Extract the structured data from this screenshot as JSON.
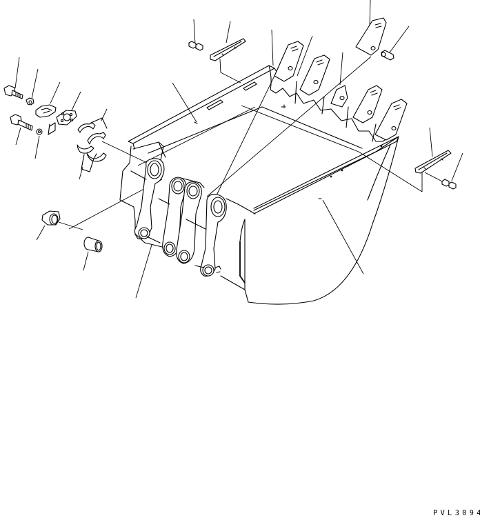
{
  "diagram": {
    "type": "exploded parts illustration",
    "subject": "excavator bucket assembly",
    "drawing_code": "PVL3094",
    "background": "#ffffff",
    "stroke_color": "#000000",
    "parts": [
      {
        "id": "bolt-upper",
        "label": "bolt"
      },
      {
        "id": "nut",
        "label": "nut"
      },
      {
        "id": "lock-block",
        "label": "lock block"
      },
      {
        "id": "shim-plate",
        "label": "shim plate"
      },
      {
        "id": "bolt-lower",
        "label": "bolt"
      },
      {
        "id": "washer",
        "label": "washer"
      },
      {
        "id": "split-shims",
        "label": "split shims"
      },
      {
        "id": "bushing-cap",
        "label": "bushing cap"
      },
      {
        "id": "bushing",
        "label": "bushing"
      },
      {
        "id": "side-cutter-left",
        "label": "side cutter (left)"
      },
      {
        "id": "side-cutter-pins-left",
        "label": "side cutter pins (left)"
      },
      {
        "id": "tooth-adapters",
        "label": "tooth adapters"
      },
      {
        "id": "tooth-point",
        "label": "tooth point"
      },
      {
        "id": "tooth-pin",
        "label": "tooth pin"
      },
      {
        "id": "side-cutter-right",
        "label": "side cutter (right)"
      },
      {
        "id": "side-cutter-pin-right",
        "label": "side cutter pin (right)"
      },
      {
        "id": "bucket-body",
        "label": "bucket body"
      },
      {
        "id": "link-brackets",
        "label": "link brackets"
      }
    ]
  }
}
